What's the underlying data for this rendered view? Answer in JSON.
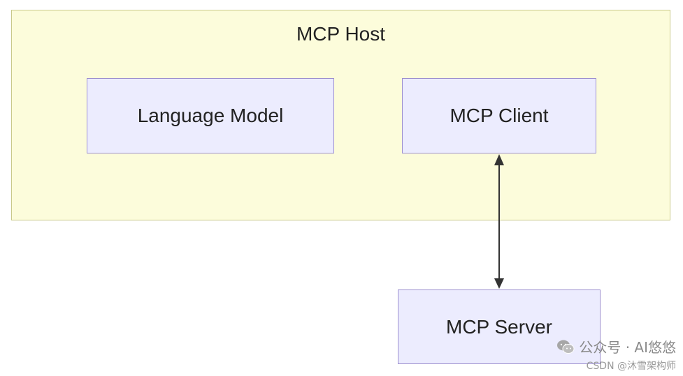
{
  "diagram": {
    "host": {
      "title": "MCP Host"
    },
    "nodes": {
      "language_model": "Language Model",
      "mcp_client": "MCP Client",
      "mcp_server": "MCP Server"
    },
    "edges": [
      {
        "from": "mcp_client",
        "to": "mcp_server",
        "direction": "bidirectional"
      }
    ],
    "colors": {
      "host_fill": "#fcfcdb",
      "host_border": "#c9c98a",
      "node_fill": "#ececfe",
      "node_border": "#9c8fcf",
      "arrow": "#333333"
    }
  },
  "watermark": {
    "channel": "公众号 · AI悠悠",
    "credit": "CSDN @沐雪架构师",
    "icon": "wechat-icon"
  }
}
